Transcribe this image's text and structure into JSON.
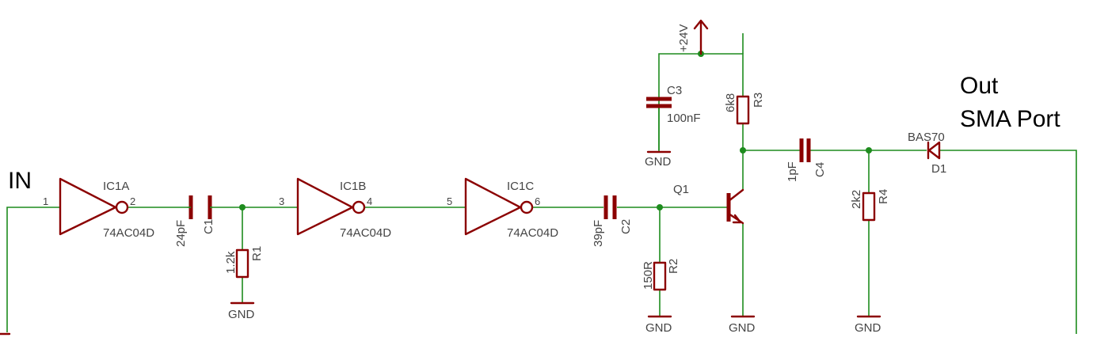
{
  "title_in": "IN",
  "title_out_1": "Out",
  "title_out_2": "SMA Port",
  "colors": {
    "wire": "#1e8c1e",
    "part": "#8b0000",
    "text": "#444444"
  },
  "ic1a": {
    "name": "IC1A",
    "value": "74AC04D",
    "pin_in": "1",
    "pin_out": "2"
  },
  "ic1b": {
    "name": "IC1B",
    "value": "74AC04D",
    "pin_in": "3",
    "pin_out": "4"
  },
  "ic1c": {
    "name": "IC1C",
    "value": "74AC04D",
    "pin_in": "5",
    "pin_out": "6"
  },
  "c1": {
    "name": "C1",
    "value": "24pF"
  },
  "c2": {
    "name": "C2",
    "value": "39pF"
  },
  "c3": {
    "name": "C3",
    "value": "100nF"
  },
  "c4": {
    "name": "C4",
    "value": "1pF"
  },
  "r1": {
    "name": "R1",
    "value": "1.2k"
  },
  "r2": {
    "name": "R2",
    "value": "150R"
  },
  "r3": {
    "name": "R3",
    "value": "6k8"
  },
  "r4": {
    "name": "R4",
    "value": "2k2"
  },
  "q1": {
    "name": "Q1"
  },
  "d1": {
    "name": "D1",
    "value": "BAS70"
  },
  "supply": "+24V",
  "gnd": "GND"
}
